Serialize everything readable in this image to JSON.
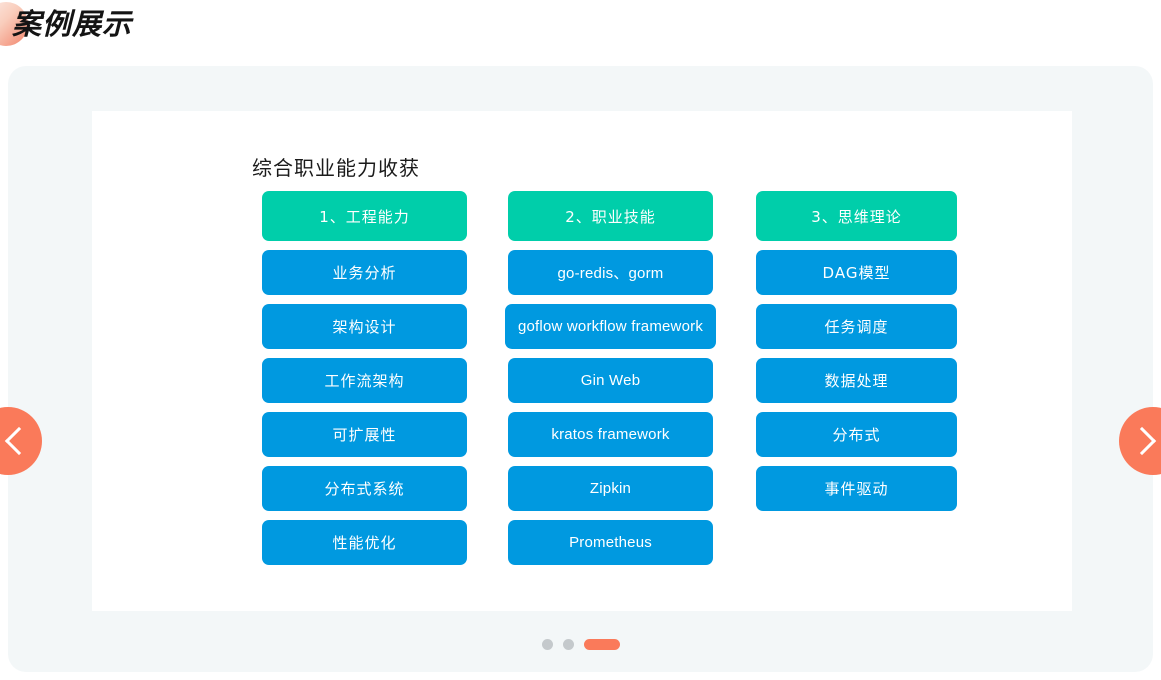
{
  "page": {
    "title": "案例展示",
    "accent_color": "#fa7a5a",
    "panel_bg": "#f3f7f8",
    "card_bg": "#ffffff",
    "head_color": "#00ceaa",
    "item_color": "#0099e0"
  },
  "slide": {
    "heading": "综合职业能力收获",
    "columns": [
      {
        "head": "1、工程能力",
        "items": [
          {
            "label": "业务分析",
            "latin": false
          },
          {
            "label": "架构设计",
            "latin": false
          },
          {
            "label": "工作流架构",
            "latin": false
          },
          {
            "label": "可扩展性",
            "latin": false
          },
          {
            "label": "分布式系统",
            "latin": false
          },
          {
            "label": "性能优化",
            "latin": false
          }
        ]
      },
      {
        "head": "2、职业技能",
        "items": [
          {
            "label": "go-redis、gorm",
            "latin": true
          },
          {
            "label": "goflow workflow framework",
            "latin": true,
            "wide": true
          },
          {
            "label": "Gin Web",
            "latin": true
          },
          {
            "label": "kratos framework",
            "latin": true
          },
          {
            "label": "Zipkin",
            "latin": true
          },
          {
            "label": "Prometheus",
            "latin": true
          }
        ]
      },
      {
        "head": "3、思维理论",
        "items": [
          {
            "label": "DAG模型",
            "latin": false
          },
          {
            "label": "任务调度",
            "latin": false
          },
          {
            "label": "数据处理",
            "latin": false
          },
          {
            "label": "分布式",
            "latin": false
          },
          {
            "label": "事件驱动",
            "latin": false
          }
        ]
      }
    ]
  },
  "nav": {
    "prev_label": "上一页",
    "next_label": "下一页",
    "prev_icon": "chevron-left-icon",
    "next_icon": "chevron-right-icon"
  },
  "pagination": {
    "total": 3,
    "active_index": 2
  }
}
